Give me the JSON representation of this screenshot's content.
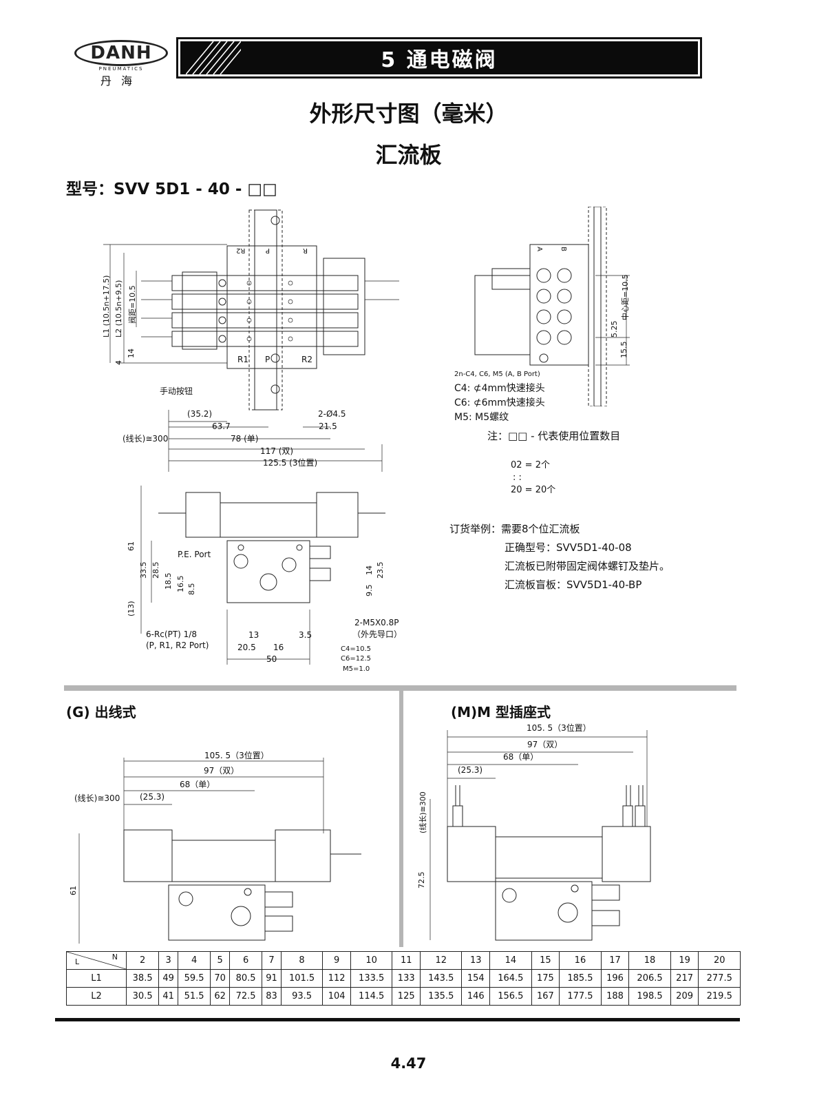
{
  "header": {
    "logo_text": "DANH",
    "logo_sub": "PNEUMATICS",
    "logo_cn": "丹海",
    "banner_title": "5 通电磁阀"
  },
  "titles": {
    "main": "外形尺寸图（毫米）",
    "sub": "汇流板",
    "model": "型号：SVV 5D1 - 40 - □□"
  },
  "top_drawing": {
    "labels": {
      "l1": "L1 (10.5n+17.5)",
      "l2": "L2 (10.5n+9.5)",
      "pitch": "阀距=10.5",
      "d14": "14",
      "d4": "4",
      "manual": "手动按钮",
      "d352": "(35.2)",
      "d637": "63.7",
      "hole": "2-Ø4.5",
      "d215": "21.5",
      "wire": "(线长)≅300",
      "d78": "78 (单)",
      "d117": "117 (双)",
      "d1255": "125.5 (3位置)",
      "r1": "R1",
      "p": "P",
      "r2": "R2",
      "r2_top": "R2",
      "p_top": "P",
      "r_top": "R"
    }
  },
  "side_drawing": {
    "labels": {
      "a": "A",
      "b": "B",
      "center": "中心距=10.5",
      "d525": "5.25",
      "d155": "15.5",
      "ports": "2n-C4, C6, M5 (A, B Port)",
      "c4": "C4: ⊄4mm快速接头",
      "c6": "C6: ⊄6mm快速接头",
      "m5": "M5: M5螺纹"
    }
  },
  "front_drawing": {
    "labels": {
      "d61": "61",
      "d335": "33.5",
      "d285": "28.5",
      "d185": "18.5",
      "d165": "16.5",
      "d85": "8.5",
      "d13p": "(13)",
      "pe": "P.E. Port",
      "d14": "14",
      "d235": "23.5",
      "d95": "9.5",
      "rc": "6-Rc(PT) 1/8",
      "rc2": "(P, R1, R2 Port)",
      "d13": "13",
      "d35": "3.5",
      "d205": "20.5",
      "d16": "16",
      "d50": "50",
      "m5x": "2-M5X0.8P",
      "pilot": "（外先导口）",
      "c4": "C4=10.5",
      "c6": "C6=12.5",
      "m5": "M5=1.0"
    }
  },
  "notes": {
    "note": "注：□□ - 代表使用位置数目",
    "n1": "02 = 2个",
    "n2": ":    :",
    "n3": "20 = 20个",
    "order_title": "订货举例：需要8个位汇流板",
    "order1": "正确型号：SVV5D1-40-08",
    "order2": "汇流板已附带固定阀体螺钉及垫片。",
    "order3": "汇流板盲板：SVV5D1-40-BP"
  },
  "section_g": {
    "title": "(G) 出线式",
    "d1055": "105. 5（3位置）",
    "d97": "97（双）",
    "d68": "68（单）",
    "wire": "(线长)≅300",
    "d253": "(25.3)",
    "d61": "61"
  },
  "section_m": {
    "title": "(M)M 型插座式",
    "d1055": "105. 5（3位置）",
    "d97": "97（双）",
    "d68": "68（单）",
    "d253": "(25.3)",
    "wire": "(线长)≅300",
    "d725": "72.5"
  },
  "table": {
    "corner_l": "L",
    "corner_n": "N",
    "n": [
      "2",
      "3",
      "4",
      "5",
      "6",
      "7",
      "8",
      "9",
      "10",
      "11",
      "12",
      "13",
      "14",
      "15",
      "16",
      "17",
      "18",
      "19",
      "20"
    ],
    "rows": [
      {
        "label": "L1",
        "values": [
          "38.5",
          "49",
          "59.5",
          "70",
          "80.5",
          "91",
          "101.5",
          "112",
          "133.5",
          "133",
          "143.5",
          "154",
          "164.5",
          "175",
          "185.5",
          "196",
          "206.5",
          "217",
          "277.5"
        ]
      },
      {
        "label": "L2",
        "values": [
          "30.5",
          "41",
          "51.5",
          "62",
          "72.5",
          "83",
          "93.5",
          "104",
          "114.5",
          "125",
          "135.5",
          "146",
          "156.5",
          "167",
          "177.5",
          "188",
          "198.5",
          "209",
          "219.5"
        ]
      }
    ]
  },
  "footer": {
    "page": "4.47"
  }
}
